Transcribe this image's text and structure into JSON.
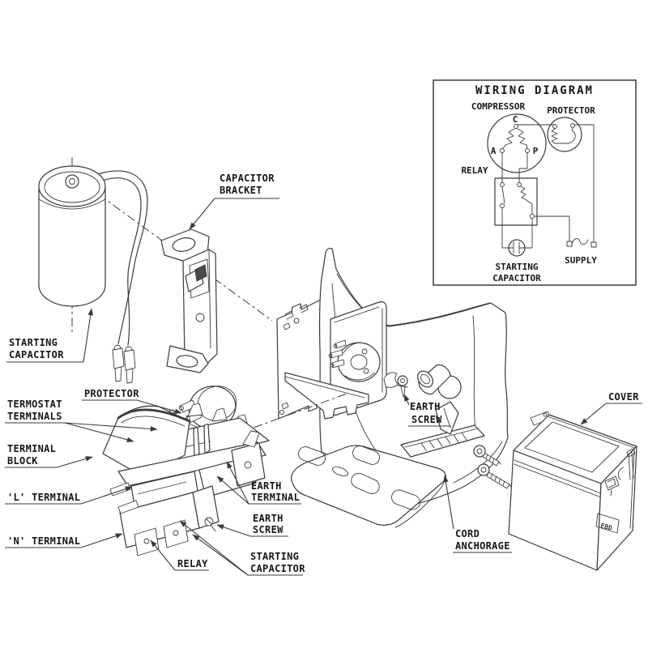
{
  "figure": {
    "type": "exploded parts diagram of compressor electrical components",
    "background": "#ffffff",
    "line_color": "#3a3a3a",
    "text_color": "#161616"
  },
  "callouts": {
    "capacitor_bracket": {
      "line1": "CAPACITOR",
      "line2": "BRACKET"
    },
    "starting_capacitor_left": {
      "line1": "STARTING",
      "line2": "CAPACITOR"
    },
    "protector": {
      "line1": "PROTECTOR"
    },
    "termostat_terminals": {
      "line1": "TERMOSTAT",
      "line2": "TERMINALS"
    },
    "terminal_block": {
      "line1": "TERMINAL",
      "line2": "BLOCK"
    },
    "l_terminal": {
      "line1": "'L' TERMINAL"
    },
    "n_terminal": {
      "line1": "'N' TERMINAL"
    },
    "relay": {
      "line1": "RELAY"
    },
    "earth_terminal": {
      "line1": "EARTH",
      "line2": "TERMINAL"
    },
    "earth_screw_left": {
      "line1": "EARTH",
      "line2": "SCREW"
    },
    "starting_capacitor_bottom": {
      "line1": "STARTING",
      "line2": "CAPACITOR"
    },
    "earth_screw_right": {
      "line1": "EARTH",
      "line2": "SCREW"
    },
    "cord_anchorage": {
      "line1": "CORD",
      "line2": "ANCHORAGE"
    },
    "cover": {
      "line1": "COVER"
    }
  },
  "wiring_diagram": {
    "title": "WIRING DIAGRAM",
    "compressor_label": "COMPRESSOR",
    "protector_label": "PROTECTOR",
    "relay_label": "RELAY",
    "supply_label": "SUPPLY",
    "starting_capacitor_line1": "STARTING",
    "starting_capacitor_line2": "CAPACITOR",
    "terminal_c": "C",
    "terminal_a": "A",
    "terminal_p": "P"
  },
  "cover_embossing": "EBD"
}
